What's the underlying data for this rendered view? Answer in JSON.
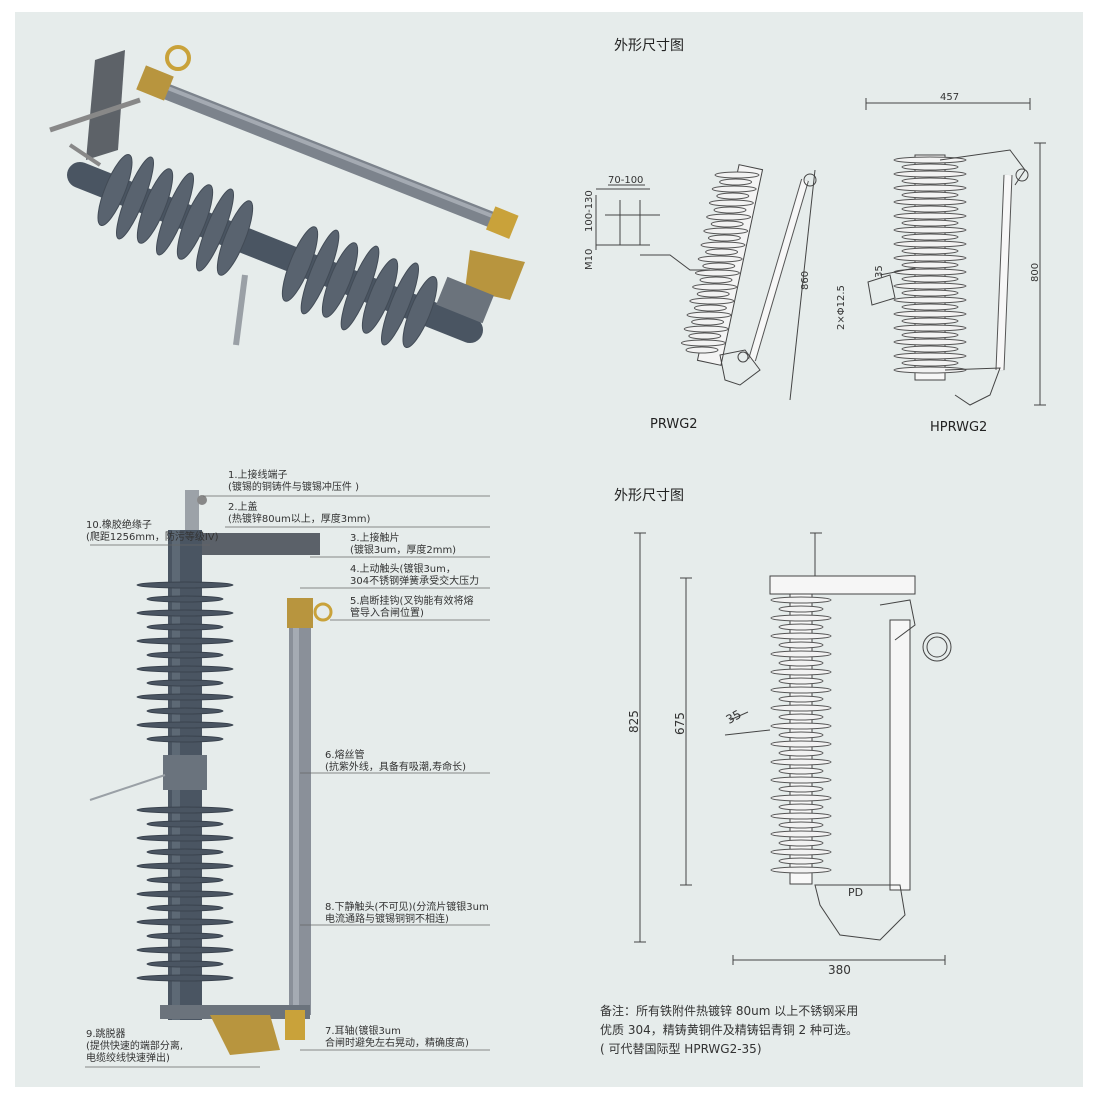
{
  "titles": {
    "outline_top": "外形尺寸图",
    "outline_bottom": "外形尺寸图"
  },
  "models": {
    "left": "PRWG2",
    "right": "HPRWG2"
  },
  "dimensions_top": {
    "prwg2_bracket_w": "70-100",
    "prwg2_bracket_h": "100-130",
    "prwg2_bolt": "M10",
    "prwg2_length": "860",
    "hprwg2_width": "457",
    "hprwg2_height": "800",
    "hprwg2_holes": "2×Φ12.5",
    "hprwg2_35": "35"
  },
  "dimensions_bottom": {
    "height_total": "825",
    "height_inner": "675",
    "bracket": "35",
    "width": "380",
    "pd_label": "PD"
  },
  "parts": [
    {
      "title": "1.上接线端子",
      "desc": "(镀锡的铜铸件与镀锡冲压件 )"
    },
    {
      "title": "2.上盖",
      "desc": "(热镀锌80um以上，厚度3mm)"
    },
    {
      "title": "3.上接触片",
      "desc": "(镀银3um，厚度2mm)"
    },
    {
      "title": "4.上动触头(镀银3um，",
      "desc": "304不锈钢弹簧承受交大压力"
    },
    {
      "title": "5.启断挂钩(叉钩能有效将熔",
      "desc": "管导入合闸位置)"
    },
    {
      "title": "6.熔丝管",
      "desc": "(抗紫外线，具备有吸潮,寿命长)"
    },
    {
      "title": "7.耳轴(镀银3um",
      "desc": "合闸时避免左右晃动，精确度高)"
    },
    {
      "title": "8.下静触头(不可见)(分流片镀银3um",
      "desc": "电流通路与镀锡铜铜不相连)"
    },
    {
      "title": "9.跳脱器",
      "desc": "(提供快速的端部分离,",
      "desc2": "电缆绞线快速弹出)"
    },
    {
      "title": "10.橡胶绝缘子",
      "desc": "(爬距1256mm，防污等级IV)"
    }
  ],
  "note": {
    "line1": "备注：所有铁附件热镀锌 80um 以上不锈钢采用",
    "line2": "优质 304，精铸黄铜件及精铸铝青铜 2 种可选。",
    "line3": "( 可代替国际型 HPRWG2-35)"
  },
  "colors": {
    "panel": "#e6eceb",
    "insulator": "#4a5562",
    "fuse_tube": "#8a9099",
    "brass": "#b8953e",
    "line": "#444444"
  }
}
